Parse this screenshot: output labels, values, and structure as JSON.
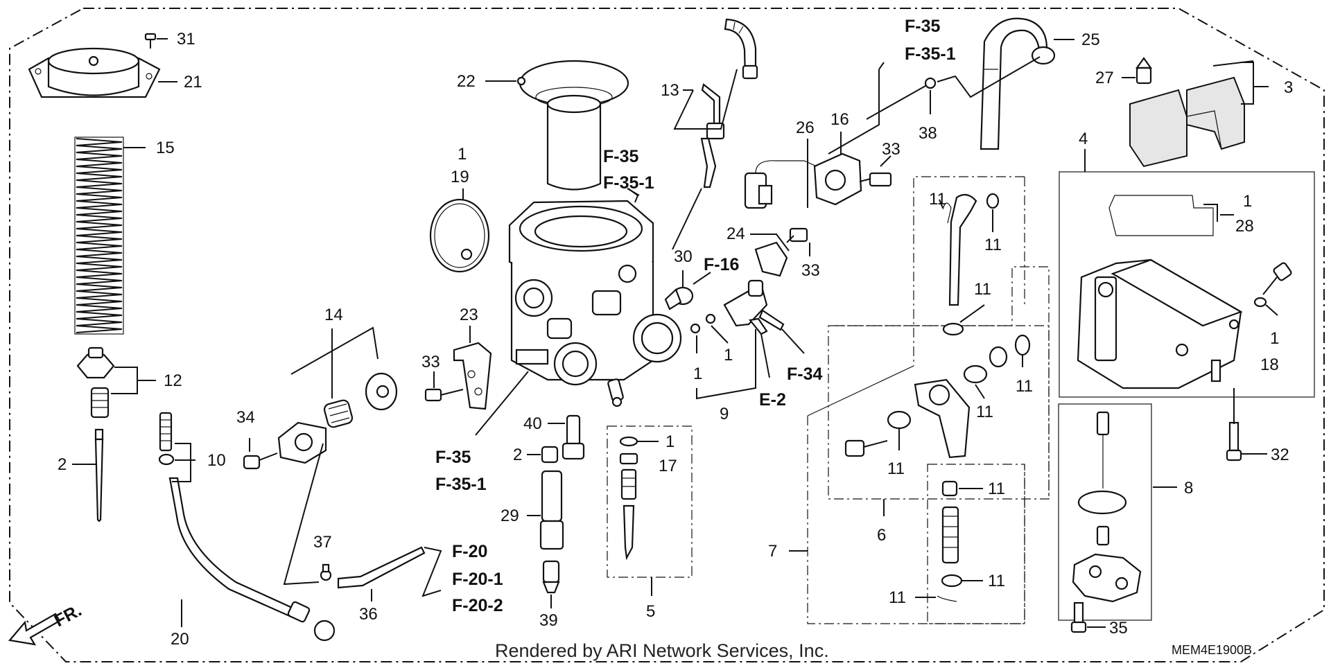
{
  "labels": [
    "1",
    "2",
    "3",
    "4",
    "5",
    "6",
    "7",
    "8",
    "9",
    "10",
    "11",
    "12",
    "13",
    "14",
    "15",
    "16",
    "17",
    "18",
    "19",
    "20",
    "21",
    "22",
    "23",
    "24",
    "25",
    "26",
    "27",
    "28",
    "29",
    "30",
    "31",
    "32",
    "33",
    "34",
    "35",
    "36",
    "37",
    "38",
    "39",
    "40"
  ],
  "refs": {
    "f35": "F-35",
    "f35_1": "F-35-1",
    "f16": "F-16",
    "f34": "F-34",
    "e2": "E-2",
    "f20": "F-20",
    "f20_1": "F-20-1",
    "f20_2": "F-20-2"
  },
  "direction": "FR.",
  "credit": "Rendered by ARI Network Services, Inc.",
  "diagram_code": "MEM4E1900B"
}
